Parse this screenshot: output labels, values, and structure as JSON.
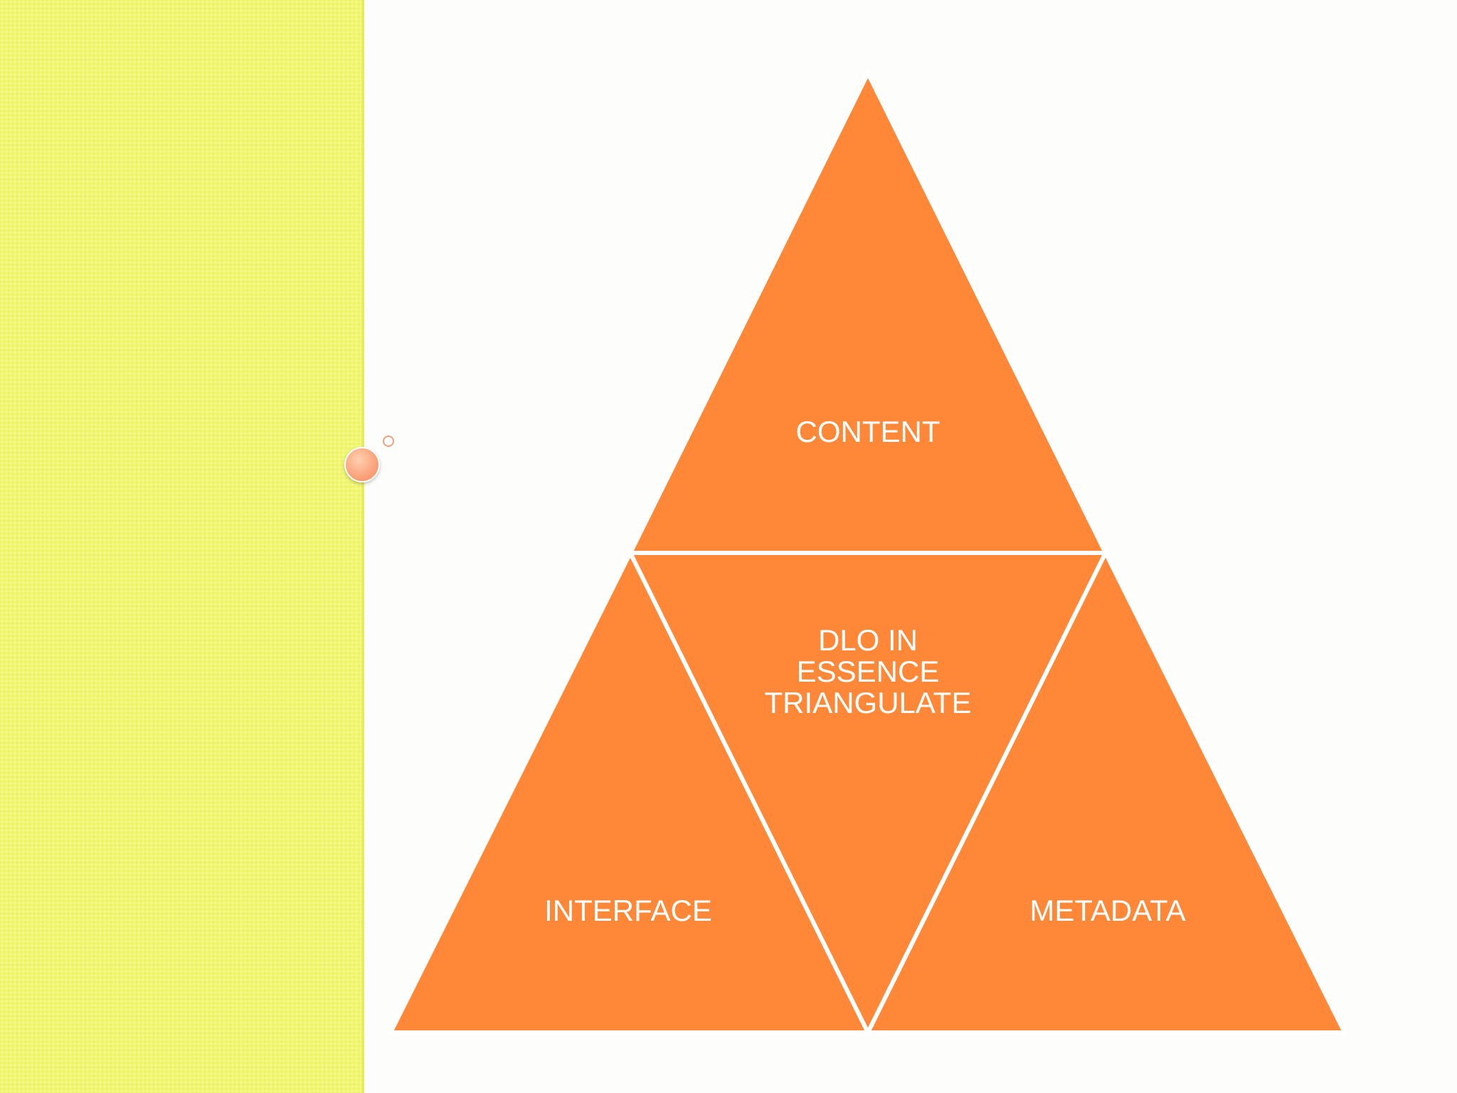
{
  "diagram": {
    "segments": {
      "top": "CONTENT",
      "center": [
        "DLO IN",
        "ESSENCE",
        "TRIANGULATE"
      ],
      "bottom_left": "INTERFACE",
      "bottom_right": "METADATA"
    }
  }
}
